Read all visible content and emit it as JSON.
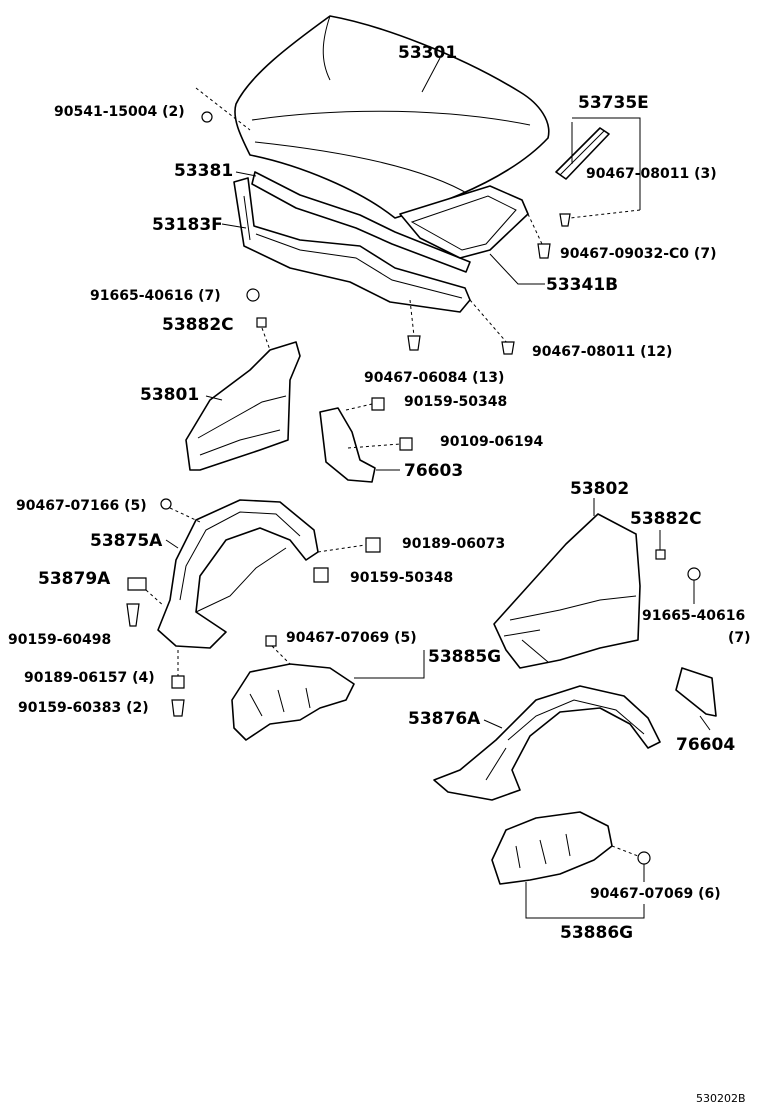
{
  "labels": {
    "hood": "53301",
    "hood_cushion": "90541-15004 (2)",
    "seal_upper": "53735E",
    "clip_53735": "90467-08011 (3)",
    "seal_53381": "53381",
    "radiator_support": "53183F",
    "seal_53341": "53341B",
    "clip_09032": "90467-09032-C0 (7)",
    "nut_40616_left": "91665-40616 (7)",
    "retainer_c_left": "53882C",
    "clip_08011_12": "90467-08011 (12)",
    "clip_06084": "90467-06084 (13)",
    "fender_left": "53801",
    "screw_50348_a": "90159-50348",
    "screw_06194": "90109-06194",
    "mudguard_left": "76603",
    "clip_07166": "90467-07166 (5)",
    "liner_left": "53875A",
    "screw_06073": "90189-06073",
    "screw_50348_b": "90159-50348",
    "bracket_53879": "53879A",
    "screw_60498": "90159-60498",
    "screw_06157": "90189-06157 (4)",
    "screw_60383": "90159-60383 (2)",
    "clip_07069_5": "90467-07069 (5)",
    "splash_left": "53885G",
    "fender_right": "53802",
    "retainer_c_right": "53882C",
    "nut_40616_right": "91665-40616",
    "nut_40616_right_qty": "(7)",
    "liner_right": "53876A",
    "mudguard_right": "76604",
    "clip_07069_6": "90467-07069 (6)",
    "splash_right": "53886G",
    "diagram_code": "530202B"
  }
}
